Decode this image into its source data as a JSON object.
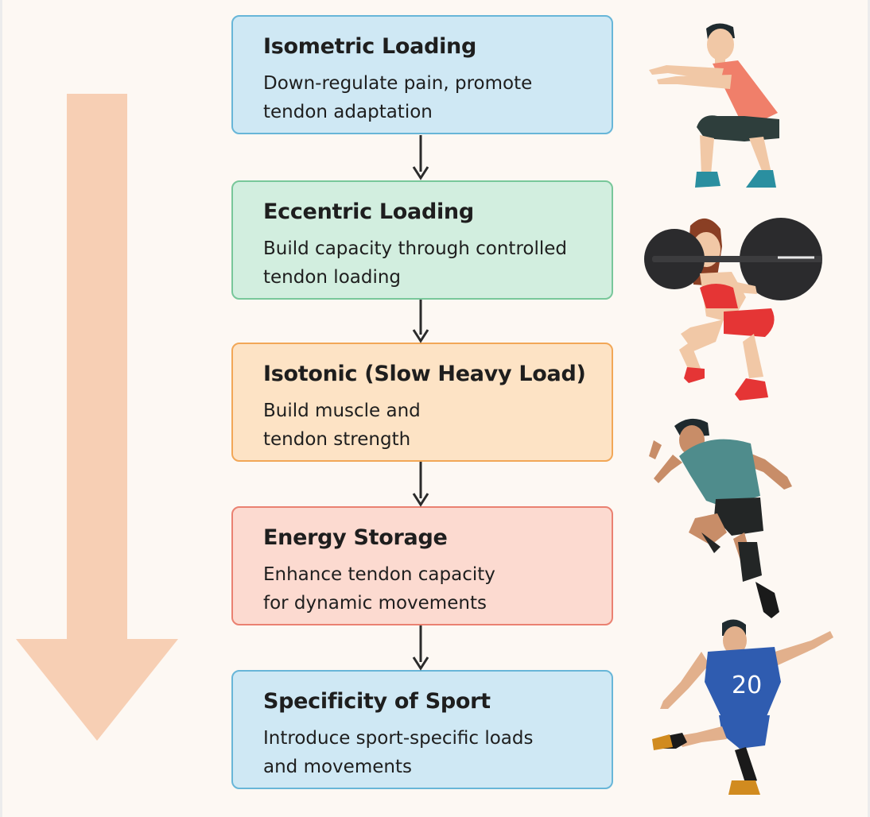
{
  "stages": [
    {
      "title": "Isometric Loading",
      "desc": "Down-regulate pain, promote tendon adaptation"
    },
    {
      "title": "Eccentric Loading",
      "desc": "Build capacity through controlled tendon loading"
    },
    {
      "title": "Isotonic (Slow Heavy Load)",
      "desc": "Build muscle and tendon strength"
    },
    {
      "title": "Energy Storage",
      "desc": "Enhance tendon capacity for dynamic movements"
    },
    {
      "title": "Specificity of Sport",
      "desc": "Introduce sport-specific loads and movements"
    }
  ],
  "figures": {
    "athlete_5_jersey_number": "20"
  },
  "colors": {
    "background": "#fdf8f3",
    "progression_arrow": "#f7cfb4",
    "stage_blue": "#cfe8f4",
    "stage_green": "#d2eedf",
    "stage_orange": "#fde3c5",
    "stage_red": "#fcdad0",
    "connector": "#2b2b2b"
  },
  "icons": [
    "progression-arrow-icon",
    "squat-athlete-icon",
    "barbell-squat-athlete-icon",
    "running-athlete-icon",
    "soccer-player-icon"
  ]
}
